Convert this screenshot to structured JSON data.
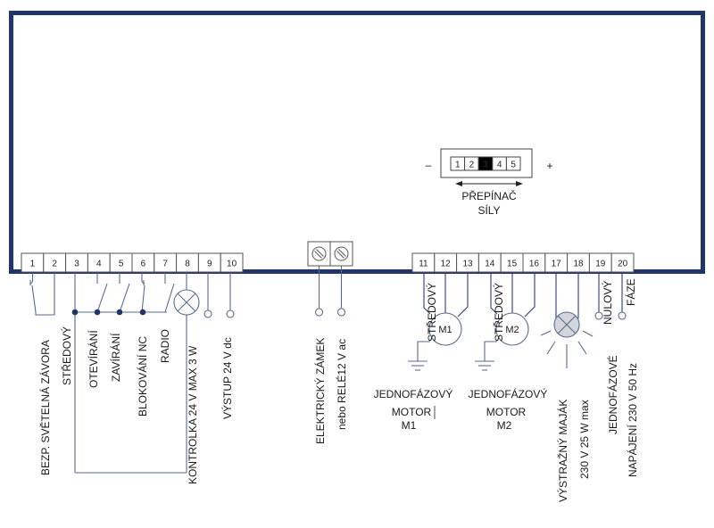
{
  "colors": {
    "frame": "#22356b",
    "wire": "#5a6a8f",
    "junction": "#22356b",
    "lamp_fill": "#d3d5da",
    "selector_active": "#000000"
  },
  "terminals_left": [
    "1",
    "2",
    "3",
    "4",
    "5",
    "6",
    "7",
    "8",
    "9",
    "10"
  ],
  "terminals_right": [
    "11",
    "12",
    "13",
    "14",
    "15",
    "16",
    "17",
    "18",
    "19",
    "20"
  ],
  "selector": {
    "minus": "–",
    "plus": "+",
    "positions": [
      "1",
      "2",
      "3",
      "4",
      "5"
    ],
    "active_index": 2,
    "label_line1": "PŘEPÍNAČ",
    "label_line2": "SÍLY"
  },
  "labels_left": {
    "t1_2": "BEZP. SVĚTELNÁ ZÁVORA",
    "t3": "STŘEDOVÝ",
    "t4": "OTEVÍRÁNÍ",
    "t5": "ZAVÍRÁNÍ",
    "t6": "BLOKOVÁNÍ NC",
    "t7": "RADIO",
    "t8": "KONTROLKA 24 V MAX 3 W",
    "t10": "VÝSTUP 24 V dc"
  },
  "labels_relay": {
    "line1": "ELEKTRICKÝ ZÁMEK",
    "line2": "nebo RELÉ12 V ac"
  },
  "labels_right": {
    "stredovy_m1": "STŘEDOVÝ",
    "stredovy_m2": "STŘEDOVÝ",
    "m1_symbol": "M1",
    "m2_symbol": "M2",
    "motor1_line1": "JEDNOFÁZOVÝ",
    "motor1_line2": "MOTOR",
    "motor1_line3": "M1",
    "motor2_line1": "JEDNOFÁZOVÝ",
    "motor2_line2": "MOTOR",
    "motor2_line3": "M2",
    "majak_line1": "VÝSTRAŽNÝ MAJÁK",
    "majak_line2": "230 V 25 W max",
    "nulovy": "NULOVÝ",
    "faze": "FÁZE",
    "power_line1": "JEDNOFÁZOVÉ",
    "power_line2": "NAPÁJENÍ 230 V 50 Hz"
  }
}
